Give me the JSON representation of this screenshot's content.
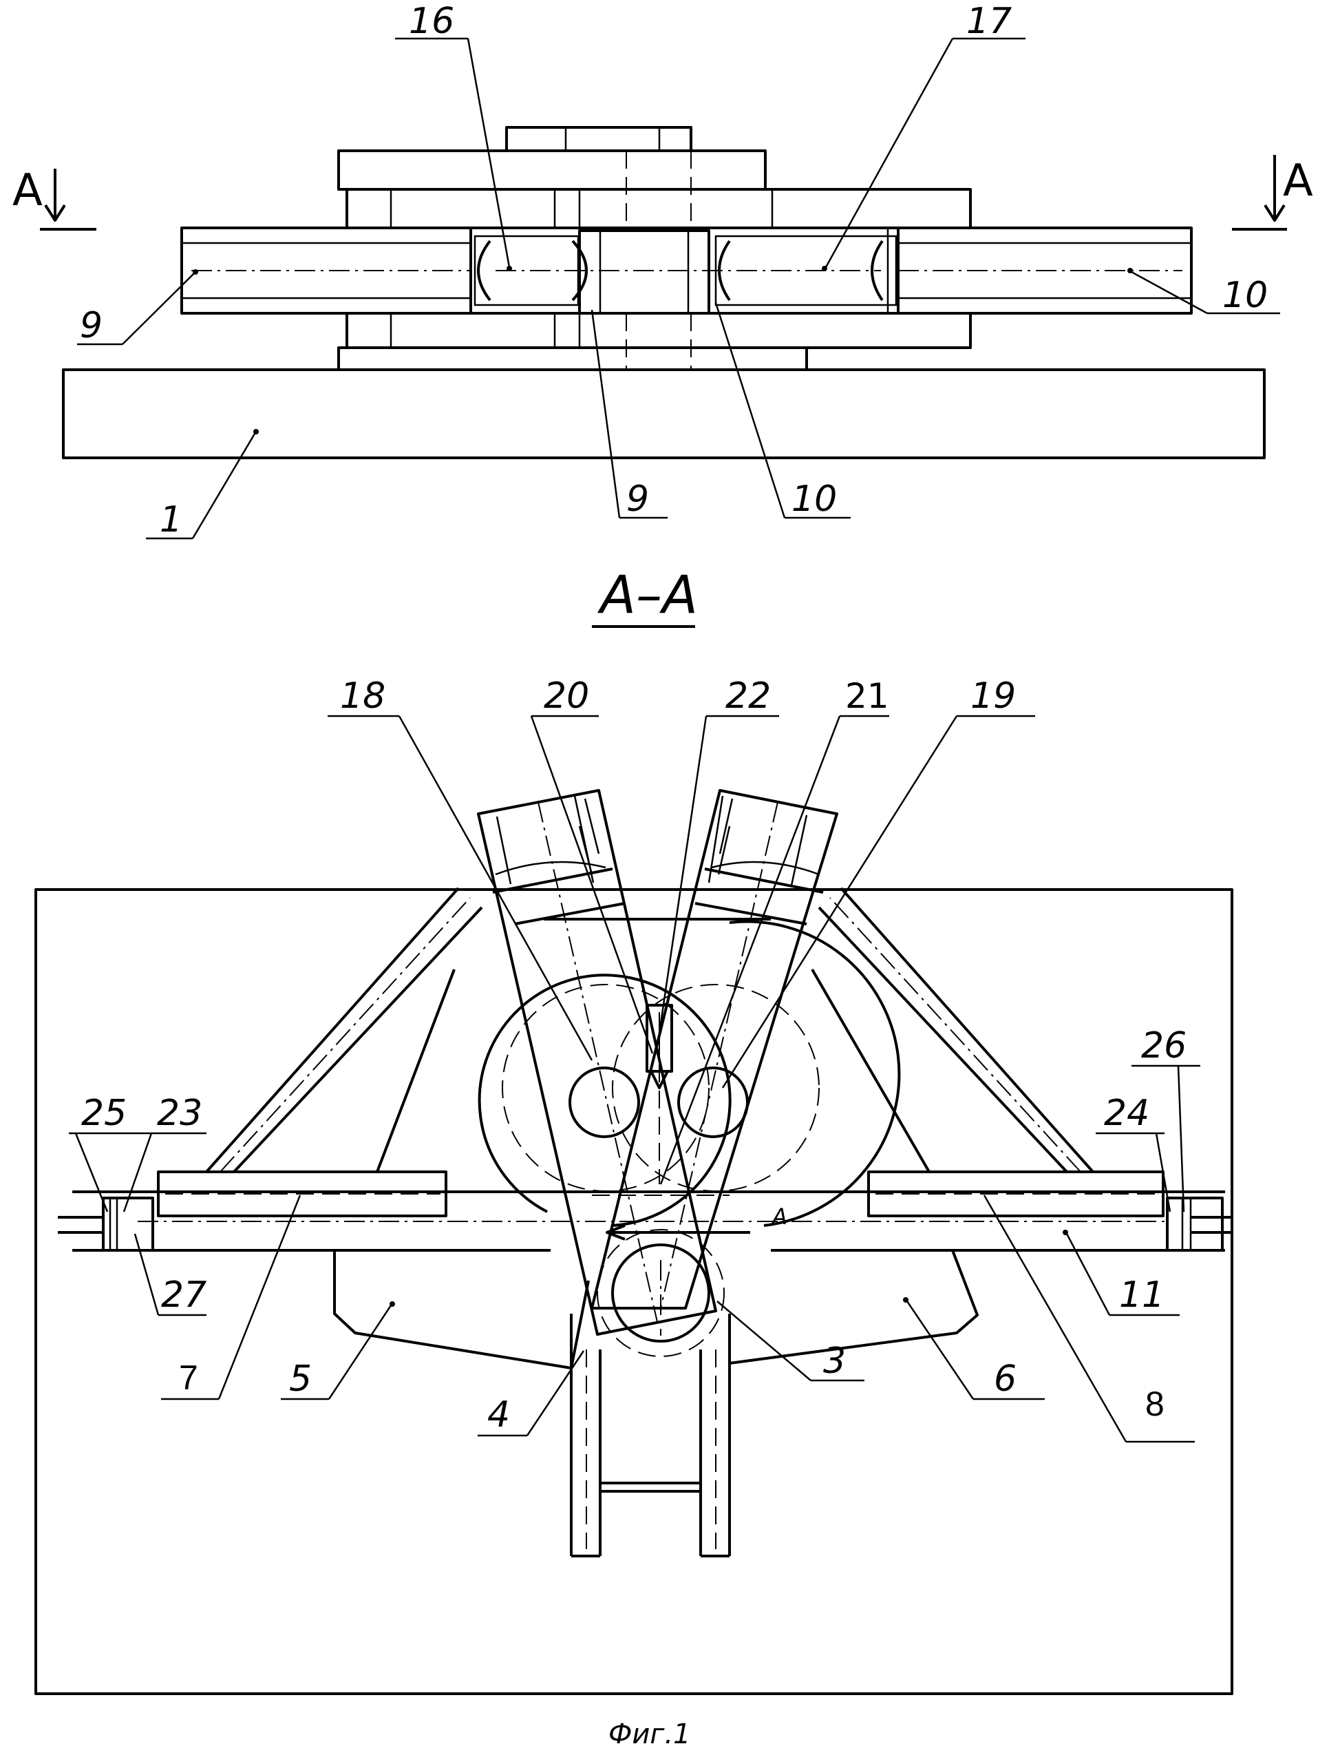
{
  "figure": {
    "section_mark_left": "А",
    "section_mark_right": "А",
    "section_title": "А–А",
    "caption": "Фиг.1",
    "direction_mark": "А"
  },
  "top_view_labels": {
    "l16": "16",
    "l17": "17",
    "l9_left": "9",
    "l10_right": "10",
    "l1": "1",
    "l9_bottom": "9",
    "l10_bottom": "10"
  },
  "section_labels": {
    "l18": "18",
    "l20": "20",
    "l22": "22",
    "l21": "21",
    "l19": "19",
    "l25": "25",
    "l23": "23",
    "l26": "26",
    "l24": "24",
    "l27": "27",
    "l7": "7",
    "l5": "5",
    "l4": "4",
    "l3": "3",
    "l6": "6",
    "l11": "11",
    "l8": "8"
  }
}
